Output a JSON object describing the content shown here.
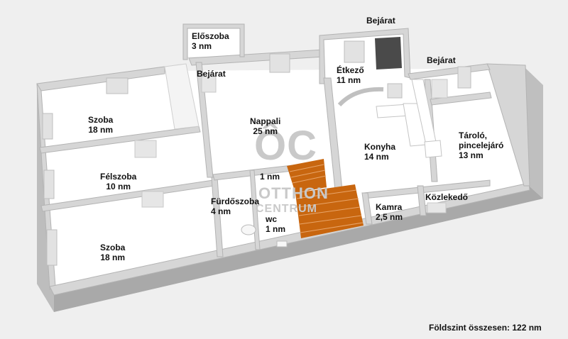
{
  "watermark": {
    "logo": "ÔC",
    "line1": "OTTHON",
    "line2": "CENTRUM"
  },
  "rooms": {
    "eloszoba": {
      "name": "Előszoba",
      "area": "3 nm"
    },
    "bejarat_top": {
      "name": "Bejárat"
    },
    "bejarat_right": {
      "name": "Bejárat"
    },
    "bejarat_inner": {
      "name": "Bejárat"
    },
    "etkezo": {
      "name": "Étkező",
      "area": "11 nm"
    },
    "szoba_top": {
      "name": "Szoba",
      "area": "18 nm"
    },
    "nappali": {
      "name": "Nappali",
      "area": "25 nm"
    },
    "konyha": {
      "name": "Konyha",
      "area": "14 nm"
    },
    "tarolo": {
      "name": "Tároló,",
      "name2": "pincelejáró",
      "area": "13 nm"
    },
    "felszoba": {
      "name": "Félszoba",
      "area": "10 nm"
    },
    "hall": {
      "area": "1 nm"
    },
    "furdoszoba": {
      "name": "Fürdőszoba",
      "area": "4 nm"
    },
    "kamra": {
      "name": "Kamra",
      "area": "2,5 nm"
    },
    "kozlekedo": {
      "name": "Közlekedő"
    },
    "wc": {
      "name": "wc",
      "area": "1 nm"
    },
    "szoba_bottom": {
      "name": "Szoba",
      "area": "18 nm"
    }
  },
  "footer": {
    "total": "Földszint összesen: 122 nm"
  },
  "colors": {
    "background": "#efefef",
    "floor": "#ffffff",
    "wall_top": "#d9d9d9",
    "wall_side": "#a9a9a9",
    "stairs": "#c8660f",
    "door": "#4a4a4a"
  }
}
